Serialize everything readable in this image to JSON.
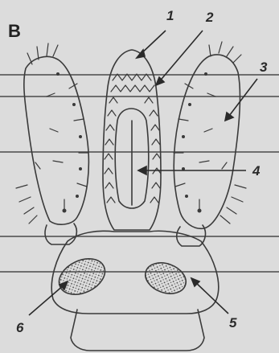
{
  "panel_label": "B",
  "callouts": [
    "1",
    "2",
    "3",
    "4",
    "5",
    "6"
  ],
  "colors": {
    "background": "#dcdcdc",
    "ink": "#3a3a3a",
    "guide_lines": "#4a4a4a"
  }
}
